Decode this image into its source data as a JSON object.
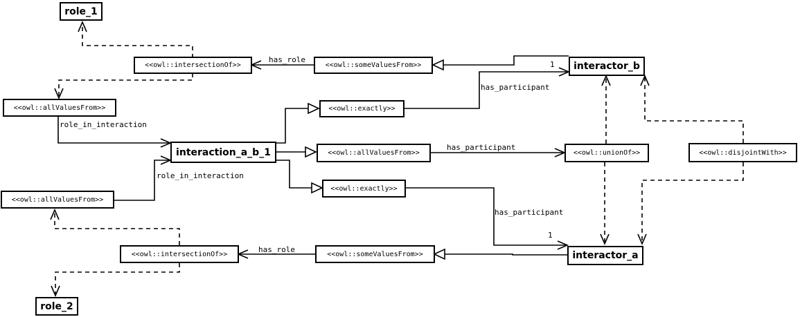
{
  "nodes": {
    "role_1": "role_1",
    "role_2": "role_2",
    "intersection_top": "<<owl::intersectionOf>>",
    "intersection_bottom": "<<owl::intersectionOf>>",
    "some_values_top": "<<owl::someValuesFrom>>",
    "some_values_bottom": "<<owl::someValuesFrom>>",
    "interactor_b": "interactor_b",
    "interactor_a": "interactor_a",
    "all_values_left_top": "<<owl::allValuesFrom>>",
    "all_values_left_bottom": "<<owl::allValuesFrom>>",
    "interaction": "interaction_a_b_1",
    "exactly_top": "<<owl::exactly>>",
    "exactly_bottom": "<<owl::exactly>>",
    "all_values_middle": "<<owl::allValuesFrom>>",
    "union_of": "<<owl::unionOf>>",
    "disjoint_with": "<<owl::disjointWith>>"
  },
  "labels": {
    "has_role_top": "has_role",
    "has_role_bottom": "has_role",
    "has_participant_top": "has_participant",
    "has_participant_middle": "has_participant",
    "has_participant_bottom": "has_participant",
    "role_in_interaction_top": "role_in_interaction",
    "role_in_interaction_bottom": "role_in_interaction",
    "multiplicity_b": "1",
    "multiplicity_a": "1"
  }
}
